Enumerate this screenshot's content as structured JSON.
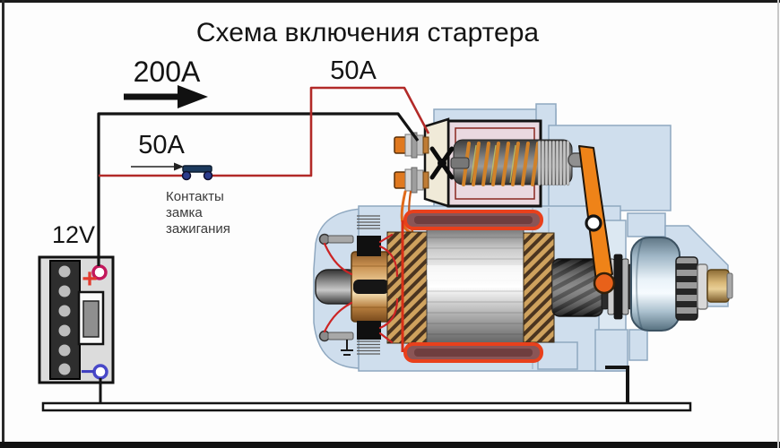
{
  "title": "Схема включения стартера",
  "labels": {
    "main_current": "200A",
    "branch_current_top": "50A",
    "branch_current_left": "50A",
    "battery_voltage": "12V",
    "battery_plus": "+",
    "battery_minus": "−",
    "ignition_contacts": [
      "Контакты",
      "замка",
      "зажигания"
    ]
  },
  "colors": {
    "wire_red": "#b22a28",
    "cable_black": "#141414",
    "field_coil_red": "#e8401c",
    "lever_orange": "#ef8318",
    "housing_blue": "#cfdeed",
    "copper": "#d9a560",
    "plus_terminal_pink": "#c2185b",
    "minus_terminal_blue": "#4444c4",
    "switch_navy": "#1c3a5e",
    "solenoid_winding_orange": "#d0822a"
  }
}
